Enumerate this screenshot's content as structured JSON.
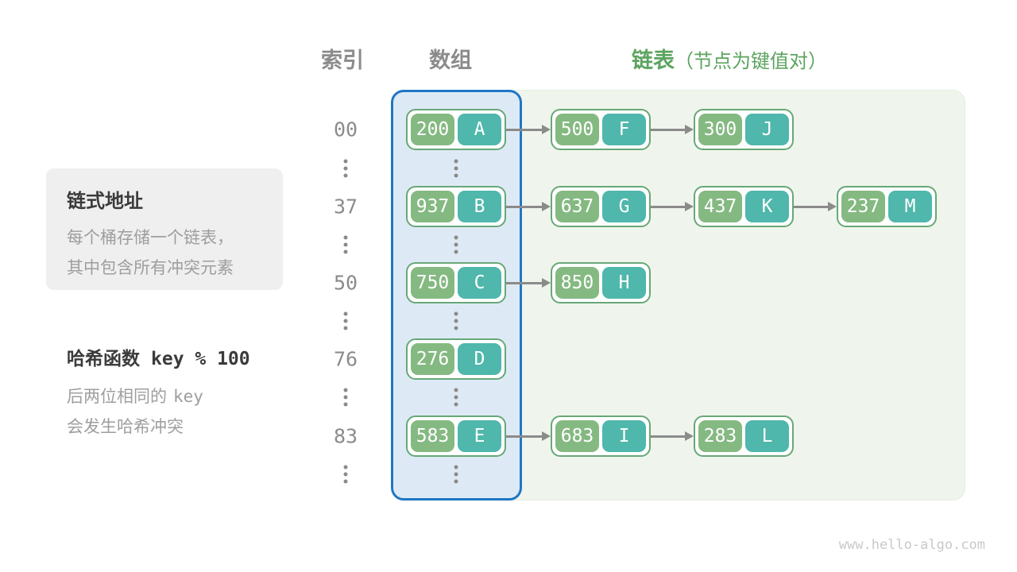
{
  "headers": {
    "index": "索引",
    "array": "数组",
    "list": "链表",
    "list_note": "（节点为键值对）"
  },
  "info_box": {
    "title": "链式地址",
    "line1": "每个桶存储一个链表，",
    "line2": "其中包含所有冲突元素"
  },
  "hash_note": {
    "title_text": "哈希函数",
    "title_code": "key % 100",
    "line1_text": "后两位相同的",
    "line1_code": "key",
    "line2": "会发生哈希冲突"
  },
  "watermark": "www.hello-algo.com",
  "colors": {
    "key_cell_green": "#85b982",
    "value_cell_teal": "#4fb7ab",
    "node_border_green": "#67a877",
    "array_panel_border_blue": "#1f77c4",
    "array_panel_fill": "#ddeaf5",
    "list_panel_fill": "#eff5ec",
    "header_gray": "#8b8b8b",
    "header_green": "#5ca45f",
    "arrow_gray": "#8b8b8b"
  },
  "rows": [
    {
      "index": "00",
      "bucket": {
        "key": "200",
        "value": "A"
      },
      "chain": [
        {
          "key": "500",
          "value": "F"
        },
        {
          "key": "300",
          "value": "J"
        }
      ]
    },
    {
      "index": "37",
      "bucket": {
        "key": "937",
        "value": "B"
      },
      "chain": [
        {
          "key": "637",
          "value": "G"
        },
        {
          "key": "437",
          "value": "K"
        },
        {
          "key": "237",
          "value": "M"
        }
      ]
    },
    {
      "index": "50",
      "bucket": {
        "key": "750",
        "value": "C"
      },
      "chain": [
        {
          "key": "850",
          "value": "H"
        }
      ]
    },
    {
      "index": "76",
      "bucket": {
        "key": "276",
        "value": "D"
      },
      "chain": []
    },
    {
      "index": "83",
      "bucket": {
        "key": "583",
        "value": "E"
      },
      "chain": [
        {
          "key": "683",
          "value": "I"
        },
        {
          "key": "283",
          "value": "L"
        }
      ]
    }
  ]
}
